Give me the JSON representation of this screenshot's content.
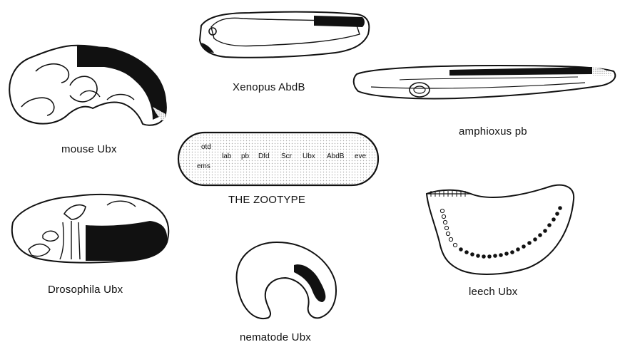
{
  "title": "THE ZOOTYPE",
  "zootype_genes": {
    "anterior_top": "otd",
    "anterior_bottom": "ems",
    "genes": [
      "lab",
      "pb",
      "Dfd",
      "Scr",
      "Ubx",
      "AbdB",
      "eve"
    ]
  },
  "organisms": [
    {
      "label": "mouse Ubx"
    },
    {
      "label": "Xenopus AbdB"
    },
    {
      "label": "amphioxus pb"
    },
    {
      "label": "Drosophila Ubx"
    },
    {
      "label": "nematode Ubx"
    },
    {
      "label": "leech Ubx"
    }
  ],
  "colors": {
    "ink": "#111111",
    "stipple": "#bdbdbd",
    "background": "#ffffff"
  }
}
